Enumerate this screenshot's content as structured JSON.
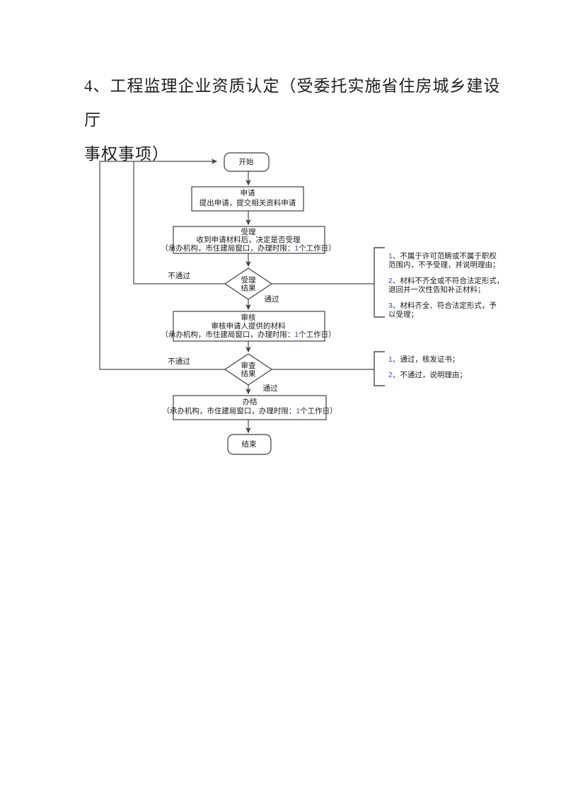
{
  "title": {
    "line1": "4、工程监理企业资质认定（受委托实施省住房城乡建设厅",
    "line2": "事权事项）"
  },
  "colors": {
    "line": "#4a4a4a",
    "text": "#1a1a1a",
    "number_accent": "#3b50bb",
    "page_background": "#ffffff"
  },
  "flowchart": {
    "start": {
      "label": "开始"
    },
    "apply": {
      "title": "申请",
      "desc": "提出申请，提交相关资料申请"
    },
    "accept": {
      "title": "受理",
      "desc": "收到申请材料后，决定是否受理",
      "meta_prefix": "（承办机构，市住建局窗口，办理时限：",
      "meta_number": "1",
      "meta_suffix": "个工作日）"
    },
    "accept_decision": {
      "line1": "受理",
      "line2": "结果"
    },
    "review": {
      "title": "审核",
      "desc": "审核申请人提供的材料",
      "meta_prefix": "（承办机构，市住建局窗口，办理时限：",
      "meta_number": "1",
      "meta_suffix": "个工作日）"
    },
    "review_decision": {
      "line1": "审查",
      "line2": "结果"
    },
    "finish": {
      "title": "办结",
      "meta_prefix": "（承办机构，市住建局窗口，办理时限：",
      "meta_number": "1",
      "meta_suffix": "个工作日）"
    },
    "end": {
      "label": "结束"
    },
    "labels": {
      "pass": "通过",
      "fail": "不通过"
    },
    "note1": {
      "items": [
        {
          "num": "1",
          "l1": "、不属于许可范畴或不属于职权",
          "l2": "范围内，不予受理，并说明理由；"
        },
        {
          "num": "2",
          "l1": "、材料不齐全或不符合法定形式，",
          "l2": "退回并一次性告知补正材料；"
        },
        {
          "num": "3",
          "l1": "、材料齐全、符合法定形式，予",
          "l2": "以受理；"
        }
      ]
    },
    "note2": {
      "items": [
        {
          "num": "1",
          "text": "、通过，核发证书；"
        },
        {
          "num": "2",
          "text": "、不通过，说明理由；"
        }
      ]
    }
  }
}
